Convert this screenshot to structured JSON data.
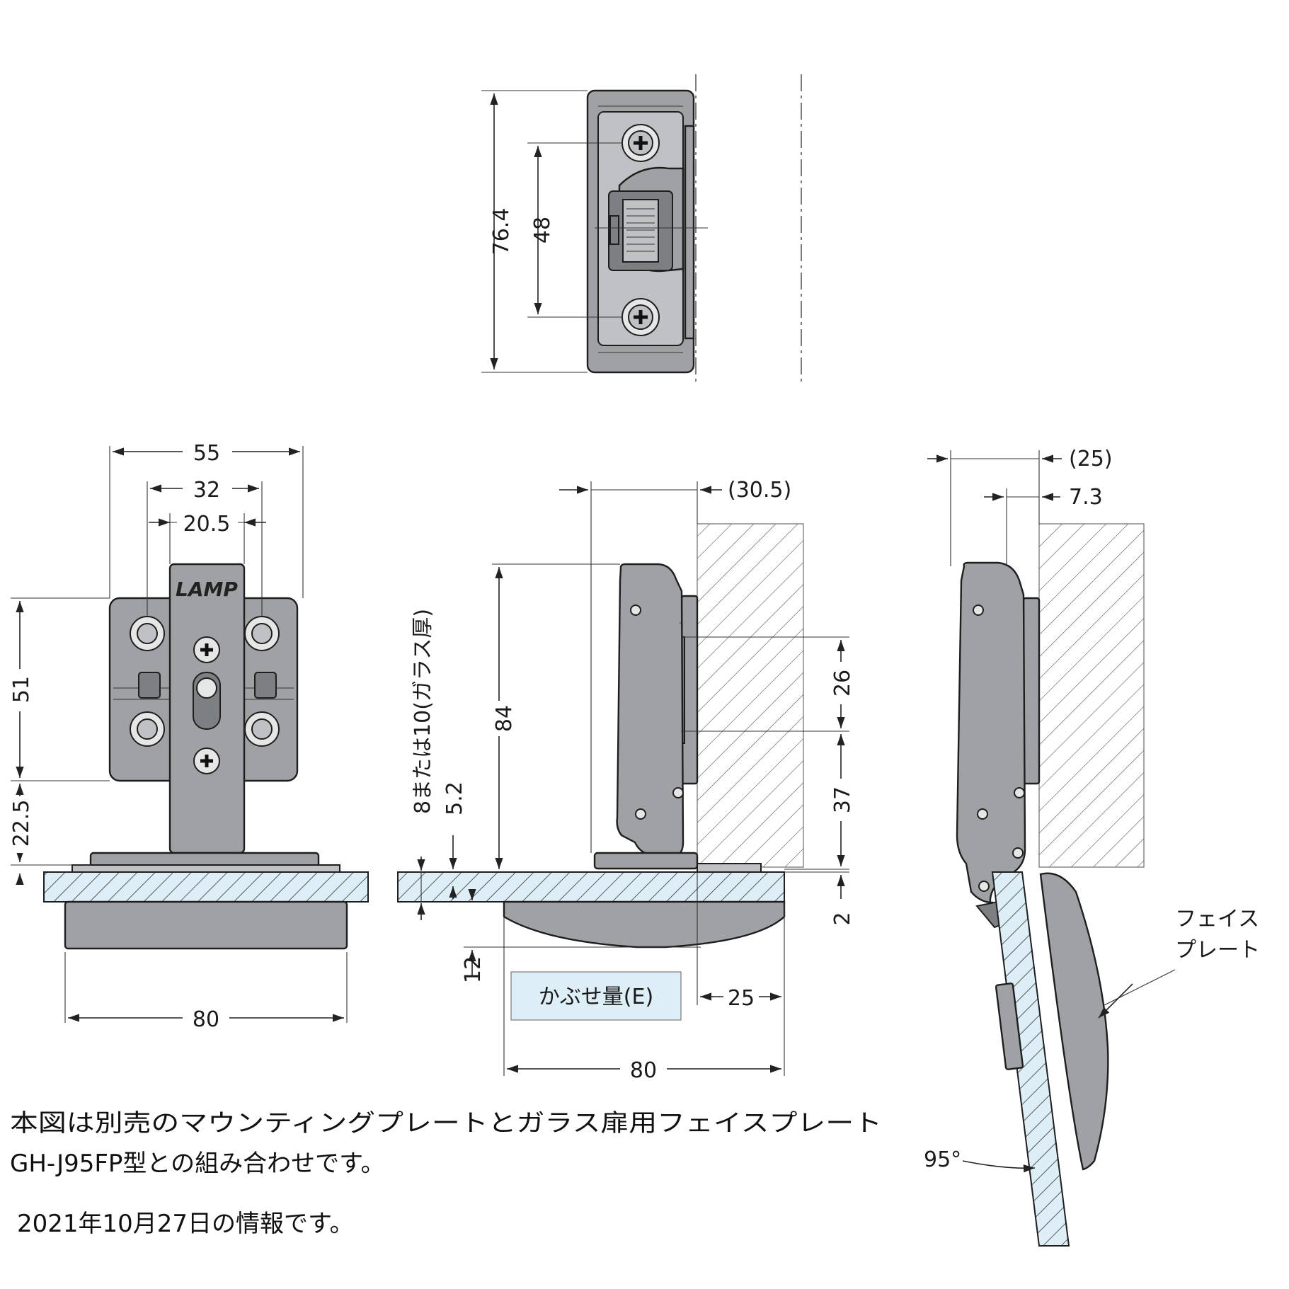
{
  "dimensions": {
    "top_height": "76.4",
    "top_pitch": "48",
    "width_55": "55",
    "width_32": "32",
    "width_20_5": "20.5",
    "height_51": "51",
    "height_22_5": "22.5",
    "base_80_left": "80",
    "glass_thickness": "8または10(ガラス厚)",
    "offset_5_2": "5.2",
    "side_30_5": "(30.5)",
    "side_84": "84",
    "side_26": "26",
    "side_37": "37",
    "side_2": "2",
    "side_12": "12",
    "side_25": "25",
    "side_80": "80",
    "right_25": "(25)",
    "right_7_3": "7.3",
    "angle_95": "95°"
  },
  "labels": {
    "overlay": "かぶせ量(E)",
    "face_plate_line1": "フェイス",
    "face_plate_line2": "プレート",
    "brand_mark": "LAMP"
  },
  "notes": {
    "line1": "本図は別売のマウンティングプレートとガラス扉用フェイスプレート",
    "line2": "GH-J95FP型との組み合わせです。",
    "date": "2021年10月27日の情報です。"
  },
  "colors": {
    "metal": "#9fa1a4",
    "glass_fill": "#ddeef7",
    "line": "#1e1e1e"
  }
}
